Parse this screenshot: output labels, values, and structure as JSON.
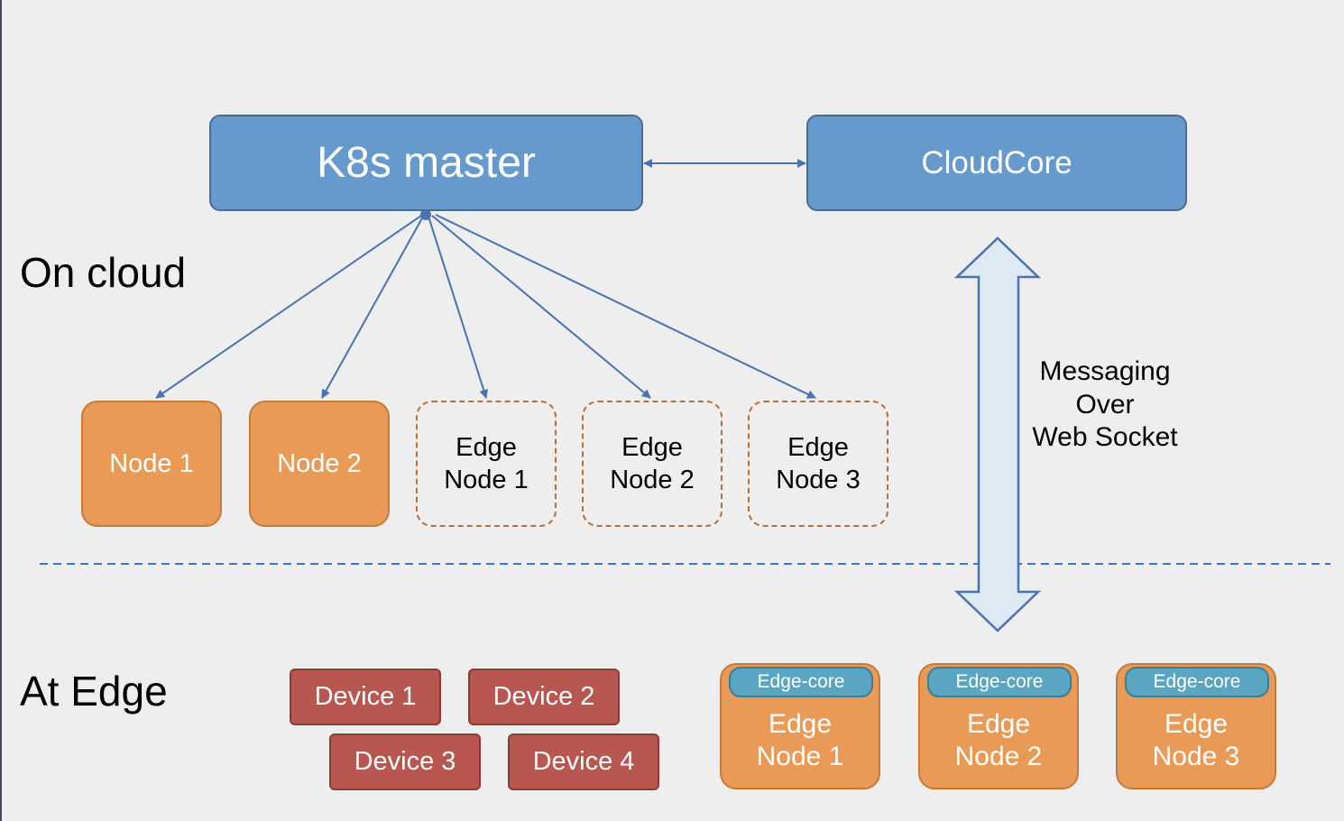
{
  "regions": {
    "cloud": "On cloud",
    "edge": "At Edge"
  },
  "cloud": {
    "master": "K8s master",
    "cloudcore": "CloudCore",
    "nodes": [
      "Node 1",
      "Node 2"
    ],
    "edge_placeholders": [
      "Edge\nNode 1",
      "Edge\nNode 2",
      "Edge\nNode 3"
    ]
  },
  "channel": {
    "label": "Messaging\nOver\nWeb Socket"
  },
  "edge": {
    "devices": [
      "Device 1",
      "Device 2",
      "Device 3",
      "Device 4"
    ],
    "edge_nodes": [
      {
        "core": "Edge-core",
        "label": "Edge\nNode 1"
      },
      {
        "core": "Edge-core",
        "label": "Edge\nNode 2"
      },
      {
        "core": "Edge-core",
        "label": "Edge\nNode 3"
      }
    ]
  },
  "colors": {
    "blue_box": "#6699cc",
    "orange": "#e99a56",
    "device_red": "#b85650",
    "edge_core_blue": "#5aa5c2",
    "arrow": "#4a72b0"
  }
}
